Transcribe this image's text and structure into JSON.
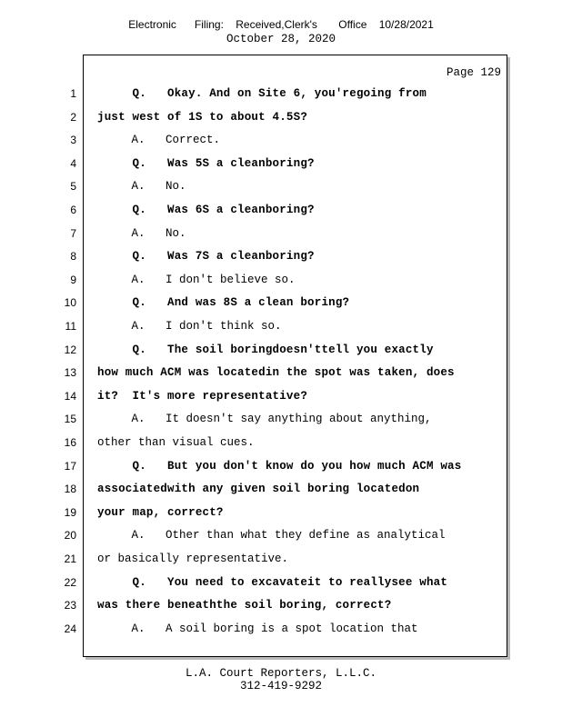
{
  "filing_header": {
    "text": "Electronic      Filing:    Received,Clerk's       Office    10/28/2021",
    "date": "October 28, 2020"
  },
  "page": {
    "label": "Page 129"
  },
  "lines": [
    {
      "num": "1",
      "text": "     Q.   Okay. And on Site 6, you'regoing from",
      "bold": true
    },
    {
      "num": "2",
      "text": "just west of 1S to about 4.5S?",
      "bold": true
    },
    {
      "num": "3",
      "text": "     A.   Correct.",
      "bold": false
    },
    {
      "num": "4",
      "text": "     Q.   Was 5S a cleanboring?",
      "bold": true
    },
    {
      "num": "5",
      "text": "     A.   No.",
      "bold": false
    },
    {
      "num": "6",
      "text": "     Q.   Was 6S a cleanboring?",
      "bold": true
    },
    {
      "num": "7",
      "text": "     A.   No.",
      "bold": false
    },
    {
      "num": "8",
      "text": "     Q.   Was 7S a cleanboring?",
      "bold": true
    },
    {
      "num": "9",
      "text": "     A.   I don't believe so.",
      "bold": false
    },
    {
      "num": "10",
      "text": "     Q.   And was 8S a clean boring?",
      "bold": true
    },
    {
      "num": "11",
      "text": "     A.   I don't think so.",
      "bold": false
    },
    {
      "num": "12",
      "text": "     Q.   The soil boringdoesn'ttell you exactly",
      "bold": true
    },
    {
      "num": "13",
      "text": "how much ACM was locatedin the spot was taken, does",
      "bold": true
    },
    {
      "num": "14",
      "text": "it?  It's more representative?",
      "bold": true
    },
    {
      "num": "15",
      "text": "     A.   It doesn't say anything about anything,",
      "bold": false
    },
    {
      "num": "16",
      "text": "other than visual cues.",
      "bold": false
    },
    {
      "num": "17",
      "text": "     Q.   But you don't know do you how much ACM was",
      "bold": true
    },
    {
      "num": "18",
      "text": "associatedwith any given soil boring locatedon",
      "bold": true
    },
    {
      "num": "19",
      "text": "your map, correct?",
      "bold": true
    },
    {
      "num": "20",
      "text": "     A.   Other than what they define as analytical",
      "bold": false
    },
    {
      "num": "21",
      "text": "or basically representative.",
      "bold": false
    },
    {
      "num": "22",
      "text": "     Q.   You need to excavateit to reallysee what",
      "bold": true
    },
    {
      "num": "23",
      "text": "was there beneaththe soil boring, correct?",
      "bold": true
    },
    {
      "num": "24",
      "text": "     A.   A soil boring is a spot location that",
      "bold": false
    }
  ],
  "footer": {
    "company": "L.A. Court Reporters, L.L.C.",
    "phone": "312-419-9292"
  }
}
